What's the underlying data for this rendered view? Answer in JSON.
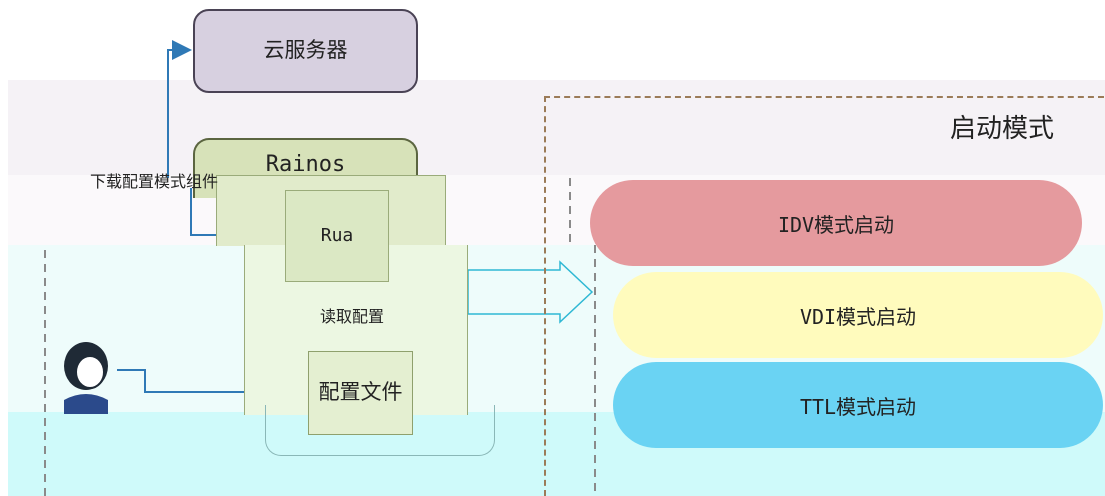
{
  "diagram": {
    "cloud_server": "云服务器",
    "rainos": "Rainos",
    "rua": "Rua",
    "config_file": "配置文件",
    "read_config": "读取配置",
    "download_label": "下载配置模式组件",
    "startup_mode_title": "启动模式",
    "modes": [
      "IDV模式启动",
      "VDI模式启动",
      "TTL模式启动"
    ]
  },
  "colors": {
    "cloud_fill": "#d7d0e0",
    "rainos_fill": "#d7e2b9",
    "idv_fill": "#e59a9e",
    "vdi_fill": "#fffbbd",
    "ttl_fill": "#6ad3f3",
    "arrow_color": "#2f79b6",
    "dashed_border": "#9b7b58"
  }
}
